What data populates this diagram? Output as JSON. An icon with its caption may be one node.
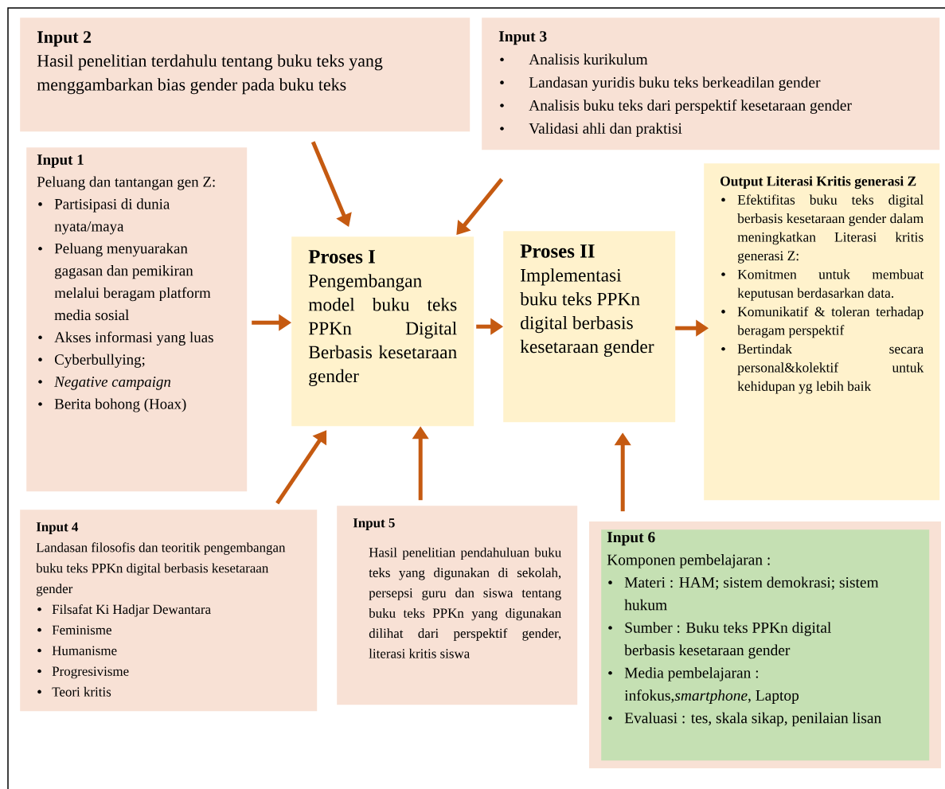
{
  "diagram": {
    "nodes": [
      {
        "text": [
          "Input 2",
          "Hasil penelitian terdahulu tentang buku teks yang menggambarkan bias gender pada buku teks"
        ]
      },
      {
        "text": [
          "Input 3",
          "Analisis kurikulum",
          "Landasan yuridis buku teks berkeadilan gender",
          "Analisis buku teks dari perspektif kesetaraan gender",
          "Validasi ahli dan praktisi"
        ]
      },
      {
        "text": [
          "Input 1",
          "Peluang dan tantangan gen Z:",
          "Partisipasi di dunia nyata/maya",
          "Peluang menyuarakan gagasan dan pemikiran melalui beragam platform media sosial",
          "Akses informasi yang luas",
          "Cyberbullying;",
          "Negative campaign",
          "Berita bohong (Hoax)"
        ]
      },
      {
        "text": [
          "Proses I",
          "Pengembangan model buku teks PPKn Digital Berbasis kesetaraan gender"
        ]
      },
      {
        "text": [
          "Proses II",
          "Implementasi buku teks PPKn digital berbasis kesetaraan gender"
        ]
      },
      {
        "text": [
          "Output Literasi Kritis generasi Z",
          "Efektifitas buku teks digital berbasis kesetaraan gender dalam meningkatkan Literasi kritis generasi Z:",
          "Komitmen untuk membuat keputusan berdasarkan data.",
          "Komunikatif & toleran terhadap beragam perspektif",
          "Bertindak secara personal&kolektif untuk kehidupan yg lebih baik"
        ]
      },
      {
        "text": [
          "Input 4",
          "Landasan filosofis dan teoritik pengembangan buku teks PPKn digital berbasis kesetaraan gender",
          "Filsafat Ki Hadjar Dewantara",
          "Feminisme",
          "Humanisme",
          "Progresivisme",
          "Teori kritis"
        ]
      },
      {
        "text": [
          "Input 5",
          "Hasil penelitian pendahuluan buku teks yang digunakan di sekolah, persepsi guru dan siswa tentang buku teks PPKn yang digunakan dilihat dari perspektif gender, literasi kritis siswa"
        ]
      },
      {
        "text": [
          "Input 6",
          "Komponen pembelajaran :",
          "Materi : HAM; sistem demokrasi; sistem hukum",
          "Sumber : Buku teks PPKn digital berbasis kesetaraan gender",
          "Media pembelajaran : infokus,*smartphone*, Laptop",
          "Evaluasi : tes, skala sikap, penilaian lisan"
        ]
      }
    ],
    "edges": [
      {
        "from": 0,
        "to": 3,
        "arrow": "to"
      },
      {
        "from": 1,
        "to": 3,
        "arrow": "to"
      },
      {
        "from": 2,
        "to": 3,
        "arrow": "to"
      },
      {
        "from": 3,
        "to": 4,
        "arrow": "to"
      },
      {
        "from": 4,
        "to": 5,
        "arrow": "to"
      },
      {
        "from": 6,
        "to": 3,
        "arrow": "to"
      },
      {
        "from": 7,
        "to": 3,
        "arrow": "to"
      },
      {
        "from": 8,
        "to": 4,
        "arrow": "to"
      }
    ]
  }
}
